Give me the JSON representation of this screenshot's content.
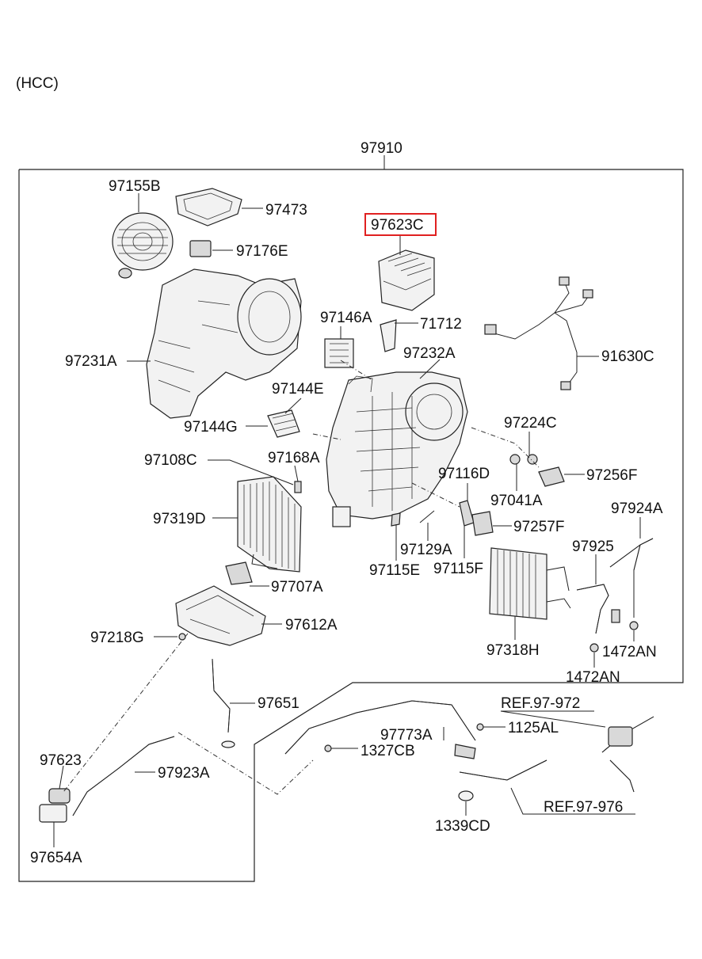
{
  "header": {
    "variant": "(HCC)",
    "assembly_number": "97910"
  },
  "highlight_color": "#e02020",
  "parts": {
    "p97155B": "97155B",
    "p97473": "97473",
    "p97176E": "97176E",
    "p97623C": "97623C",
    "p97146A": "97146A",
    "p71712": "71712",
    "p97232A": "97232A",
    "p91630C": "91630C",
    "p97231A": "97231A",
    "p97144E": "97144E",
    "p97144G": "97144G",
    "p97224C": "97224C",
    "p97108C": "97108C",
    "p97168A": "97168A",
    "p97116D": "97116D",
    "p97256F": "97256F",
    "p97041A": "97041A",
    "p97319D": "97319D",
    "p97257F": "97257F",
    "p97924A": "97924A",
    "p97129A": "97129A",
    "p97925": "97925",
    "p97115E": "97115E",
    "p97115F": "97115F",
    "p97707A": "97707A",
    "p97612A": "97612A",
    "p97218G": "97218G",
    "p97318H": "97318H",
    "p1472AN_a": "1472AN",
    "p1472AN_b": "1472AN",
    "p97651": "97651",
    "ref97972": "REF.97-972",
    "p97773A": "97773A",
    "p1125AL": "1125AL",
    "p1327CB": "1327CB",
    "p97623": "97623",
    "p97923A": "97923A",
    "ref97976": "REF.97-976",
    "p1339CD": "1339CD",
    "p97654A": "97654A"
  }
}
